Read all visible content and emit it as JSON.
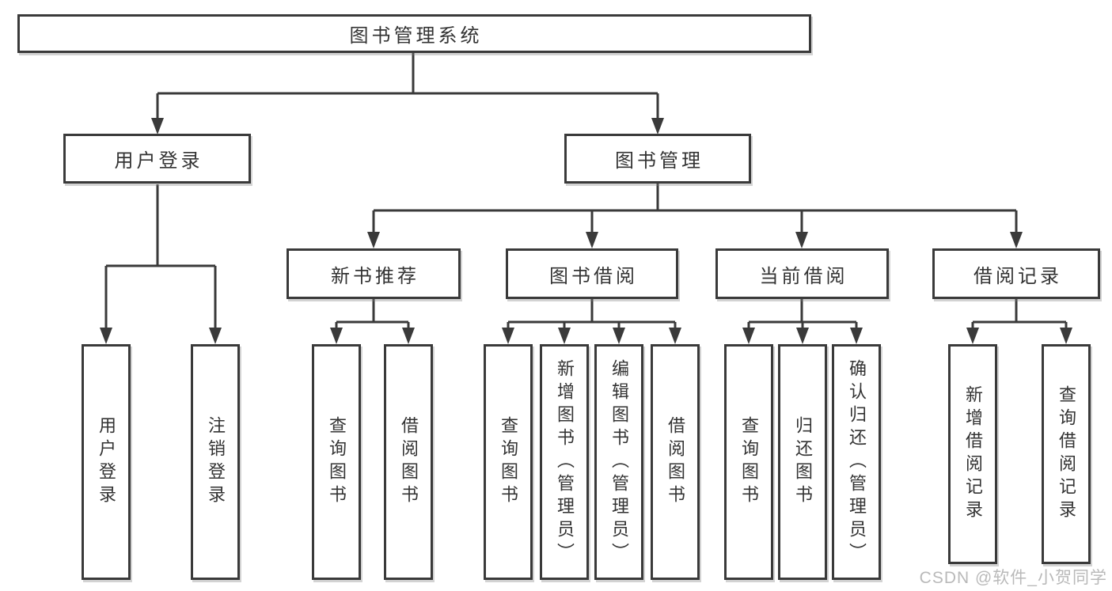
{
  "diagram": {
    "title": "图书管理系统",
    "level2": [
      {
        "id": "user-login",
        "label": "用户登录"
      },
      {
        "id": "book-management",
        "label": "图书管理"
      }
    ],
    "level3": [
      {
        "id": "new-book-recommend",
        "label": "新书推荐"
      },
      {
        "id": "book-borrow",
        "label": "图书借阅"
      },
      {
        "id": "current-borrow",
        "label": "当前借阅"
      },
      {
        "id": "borrow-records",
        "label": "借阅记录"
      }
    ],
    "leaves": {
      "user_login": [
        "用户登录",
        "注销登录"
      ],
      "new_book_recommend": [
        "查询图书",
        "借阅图书"
      ],
      "book_borrow": [
        "查询图书",
        "新增图书（管理员）",
        "编辑图书（管理员）",
        "借阅图书"
      ],
      "current_borrow": [
        "查询图书",
        "归还图书",
        "确认归还（管理员）"
      ],
      "borrow_records": [
        "新增借阅记录",
        "查询借阅记录"
      ]
    },
    "watermark": "CSDN @软件_小贺同学",
    "colors": {
      "line": "#3a3a3a",
      "text": "#333333",
      "background": "#ffffff",
      "watermark": "#b9b9b9"
    }
  }
}
